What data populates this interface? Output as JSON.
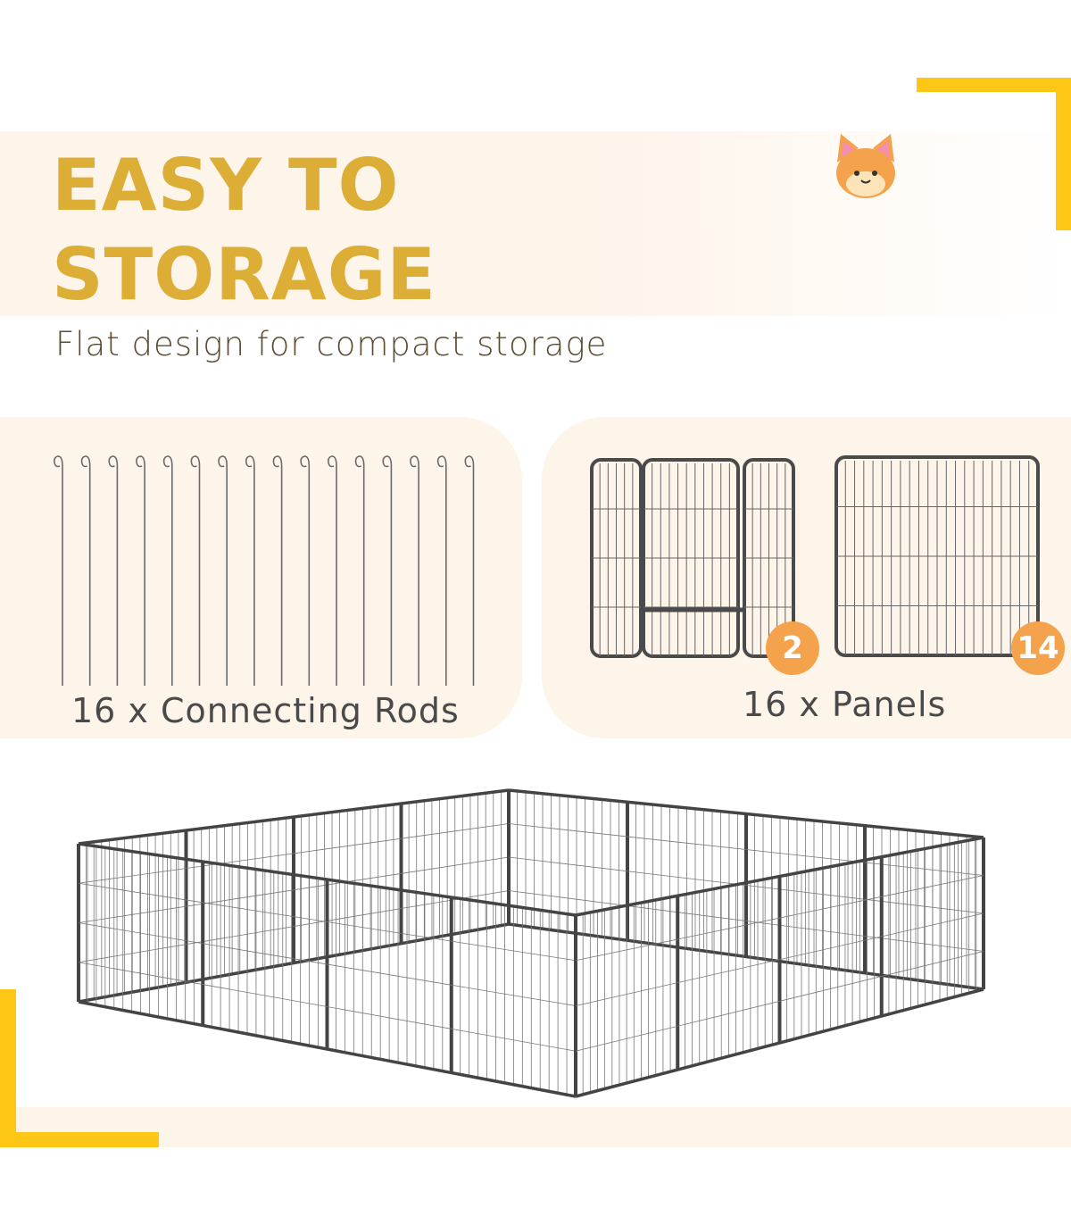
{
  "header": {
    "title_line1": "EASY TO",
    "title_line2": "STORAGE",
    "subtitle": "Flat design for compact storage",
    "mascot_icon": "cat-face-icon"
  },
  "parts": {
    "rods": {
      "count": 16,
      "label": "16 x Connecting Rods"
    },
    "panels": {
      "label": "16 x Panels",
      "door_panel_badge": "2",
      "plain_panel_badge": "14"
    }
  },
  "colors": {
    "accent": "#dcae36",
    "bracket": "#fec615",
    "badge": "#f5a24c",
    "card_bg": "#fdf4ea",
    "metal": "#4a4a4a"
  }
}
